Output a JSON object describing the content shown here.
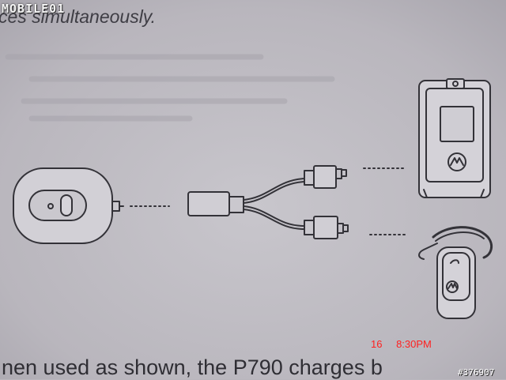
{
  "watermark": {
    "brand": "MOBILE01",
    "id": "#376907"
  },
  "manual_text": {
    "top_line": "ces simultaneously.",
    "bottom_line": "nen used as shown, the P790 charges b"
  },
  "camera_stamp": "16  8:30PM",
  "colors": {
    "paper": "#bcb9c0",
    "ink": "#333238",
    "stamp": "#ff2020"
  },
  "illustration": {
    "items": [
      "charger-pod",
      "y-splitter-cable",
      "flip-phone",
      "bluetooth-headset"
    ],
    "phone_logo": "motorola-batwing"
  }
}
